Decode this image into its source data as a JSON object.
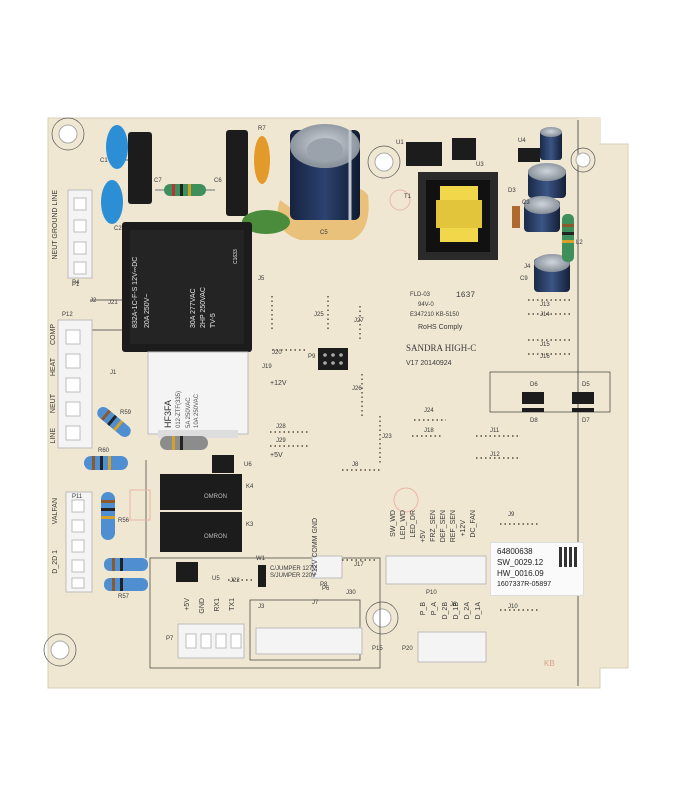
{
  "board": {
    "connector_labels": {
      "neut_ground_line": "NEUT GROUND LINE",
      "comp": "COMP",
      "heat": "HEAT",
      "neut": "NEUT",
      "line": "LINE",
      "valfan": "VALFAN",
      "d2d1": "D_2D 1",
      "plus12v_comm_gnd": "+12V COMM GND",
      "sensor_pins": [
        "SW_WD",
        "LED_WD",
        "LED_DR",
        "+5V",
        "FRZ_SEN",
        "DEF_SEN",
        "REF_SEN",
        "+12V",
        "DC_FAN"
      ],
      "uart_pins": [
        "+5V",
        "GND",
        "RX1",
        "TX1"
      ],
      "p20_pins": [
        "P_B",
        "P_A",
        "D_2B",
        "D_1B",
        "D_2A",
        "D_1A"
      ]
    },
    "ref_designators": [
      "C1",
      "C2",
      "C3",
      "C5",
      "C6",
      "C7",
      "C9",
      "R7",
      "U1",
      "U3",
      "U4",
      "U5",
      "U6",
      "D3",
      "D5",
      "D6",
      "D7",
      "D8",
      "T1",
      "L2",
      "J1",
      "J2",
      "J3",
      "J4",
      "J5",
      "J6",
      "J7",
      "J8",
      "J9",
      "J10",
      "J11",
      "J12",
      "J13",
      "J14",
      "J15",
      "J16",
      "J17",
      "J18",
      "J19",
      "J20",
      "J21",
      "J22",
      "J23",
      "J24",
      "J25",
      "J26",
      "J27",
      "J28",
      "J29",
      "J30",
      "P1",
      "P4",
      "P6",
      "P7",
      "P8",
      "P9",
      "P10",
      "P11",
      "P12",
      "P15",
      "P20",
      "K3",
      "K4",
      "R56",
      "R57",
      "R59",
      "R60",
      "W1"
    ],
    "markings": {
      "fld": "FLD-03",
      "fld_sub": "94V-0",
      "e_number": "E347210 KB-5150",
      "rohs": "RoHS Comply",
      "date_code": "1637",
      "brand": "SANDRA HIGH-C",
      "version": "V17 20140924",
      "plus12v": "+12V",
      "plus5v": "+5V",
      "jumper_note_1": "C/JUMPER 127V",
      "jumper_note_2": "S/JUMPER 220V",
      "kb": "KB"
    },
    "big_relay_text": [
      "832A-1C-F-S 12V⎓DC",
      "20A 250V~",
      "30A 277VAC",
      "2HP 250VAC",
      "TV-5",
      "C1633"
    ],
    "white_relay_text": [
      "HF3FA",
      "012-ZTF(335)",
      "5A 250VAC",
      "10A 250VAC"
    ],
    "small_relay_text": [
      "OMRON",
      "OMRON"
    ],
    "sticker": {
      "line1": "64800638",
      "line2": "SW_0029.12",
      "line3": "HW_0016.09",
      "line4": "1607337R-05897"
    },
    "colors": {
      "pcb": "#efe7d2",
      "silkscreen": "#3a3a3a",
      "blue_cap": "#2c8fd6",
      "relay_black": "#1c1c1c",
      "header_white": "#f4f4f4",
      "cap_navy": "#1d2f52"
    }
  }
}
